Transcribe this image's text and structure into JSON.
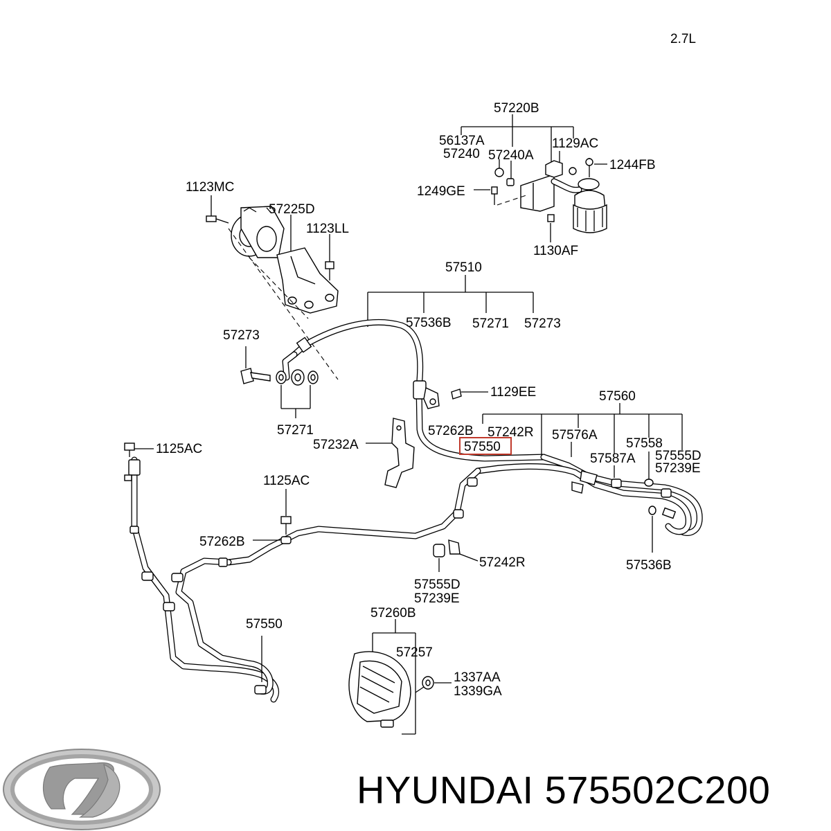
{
  "engine": "2.7L",
  "brand": "HYUNDAI",
  "part_number": "575502C200",
  "highlighted_label": "57550",
  "labels": {
    "l57220B": "57220B",
    "l56137A": "56137A",
    "l57240": "57240",
    "l57240A": "57240A",
    "l1129AC": "1129AC",
    "l1244FB": "1244FB",
    "l1249GE": "1249GE",
    "l1130AF": "1130AF",
    "l1123MC": "1123MC",
    "l57225D": "57225D",
    "l1123LL": "1123LL",
    "l57510": "57510",
    "l57536B_top": "57536B",
    "l57271_top": "57271",
    "l57273_top": "57273",
    "l57273_left": "57273",
    "l57271_left": "57271",
    "l1129EE": "1129EE",
    "l57560": "57560",
    "l57262B_top": "57262B",
    "l57242R_top": "57242R",
    "l57576A": "57576A",
    "l57558": "57558",
    "l57587A": "57587A",
    "l57555D_right": "57555D",
    "l57239E_right": "57239E",
    "l57232A": "57232A",
    "l1125AC_left": "1125AC",
    "l1125AC_mid": "1125AC",
    "l57262B_mid": "57262B",
    "l57242R_mid": "57242R",
    "l57536B_right": "57536B",
    "l57555D_mid": "57555D",
    "l57239E_mid": "57239E",
    "l57550_bottom": "57550",
    "l57260B": "57260B",
    "l57257": "57257",
    "l1337AA": "1337AA",
    "l1339GA": "1339GA"
  },
  "colors": {
    "highlight": "#c0392b",
    "logo": "#9a9a9a"
  }
}
